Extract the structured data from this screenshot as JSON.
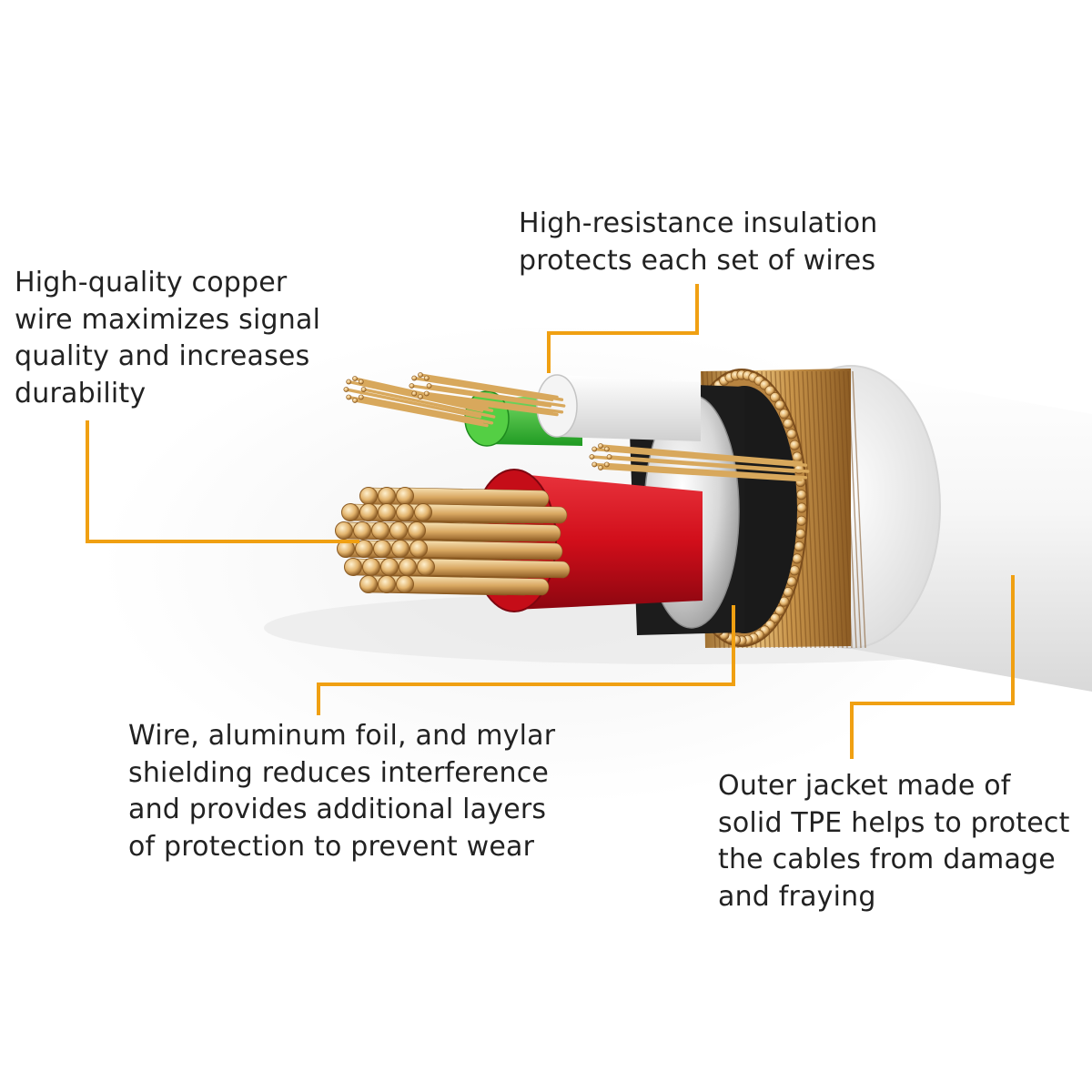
{
  "colors": {
    "leader": "#f0a012",
    "copper": "#d8a85c",
    "copper_dark": "#8a5a22",
    "copper_light": "#f6dfae",
    "red_insulation": "#d4101c",
    "green_insulation": "#3ec63a",
    "white_jacket": "#f4f4f4",
    "text": "#222222"
  },
  "callouts": [
    {
      "id": "copper",
      "lines": [
        "High-quality copper",
        "wire maximizes signal",
        "quality and increases",
        "durability"
      ]
    },
    {
      "id": "insulation",
      "lines": [
        "High-resistance insulation",
        "protects each set of wires"
      ]
    },
    {
      "id": "shielding",
      "lines": [
        "Wire, aluminum foil, and mylar",
        "shielding reduces interference",
        "and provides additional layers",
        "of protection to prevent wear"
      ]
    },
    {
      "id": "jacket",
      "lines": [
        "Outer jacket made of",
        "solid TPE helps to protect",
        "the cables from damage",
        "and fraying"
      ]
    }
  ]
}
